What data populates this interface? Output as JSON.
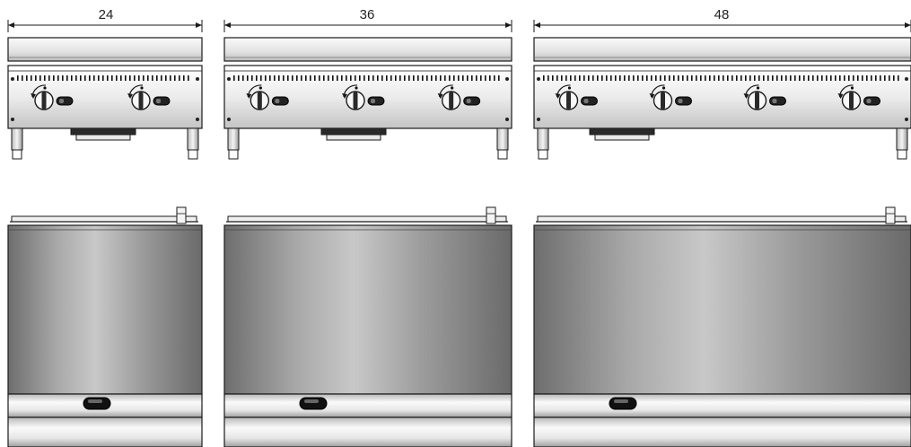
{
  "dimensions": [
    {
      "label": "24"
    },
    {
      "label": "36"
    },
    {
      "label": "48"
    }
  ],
  "models": [
    {
      "knobs": 2
    },
    {
      "knobs": 3
    },
    {
      "knobs": 4
    }
  ],
  "colors": {
    "stroke": "#1a1a1a",
    "steel_light": "#f2f2f2",
    "steel_mid": "#c9c9c9",
    "steel_dark": "#8a8a8a",
    "knob_dark": "#2a2a2a"
  }
}
